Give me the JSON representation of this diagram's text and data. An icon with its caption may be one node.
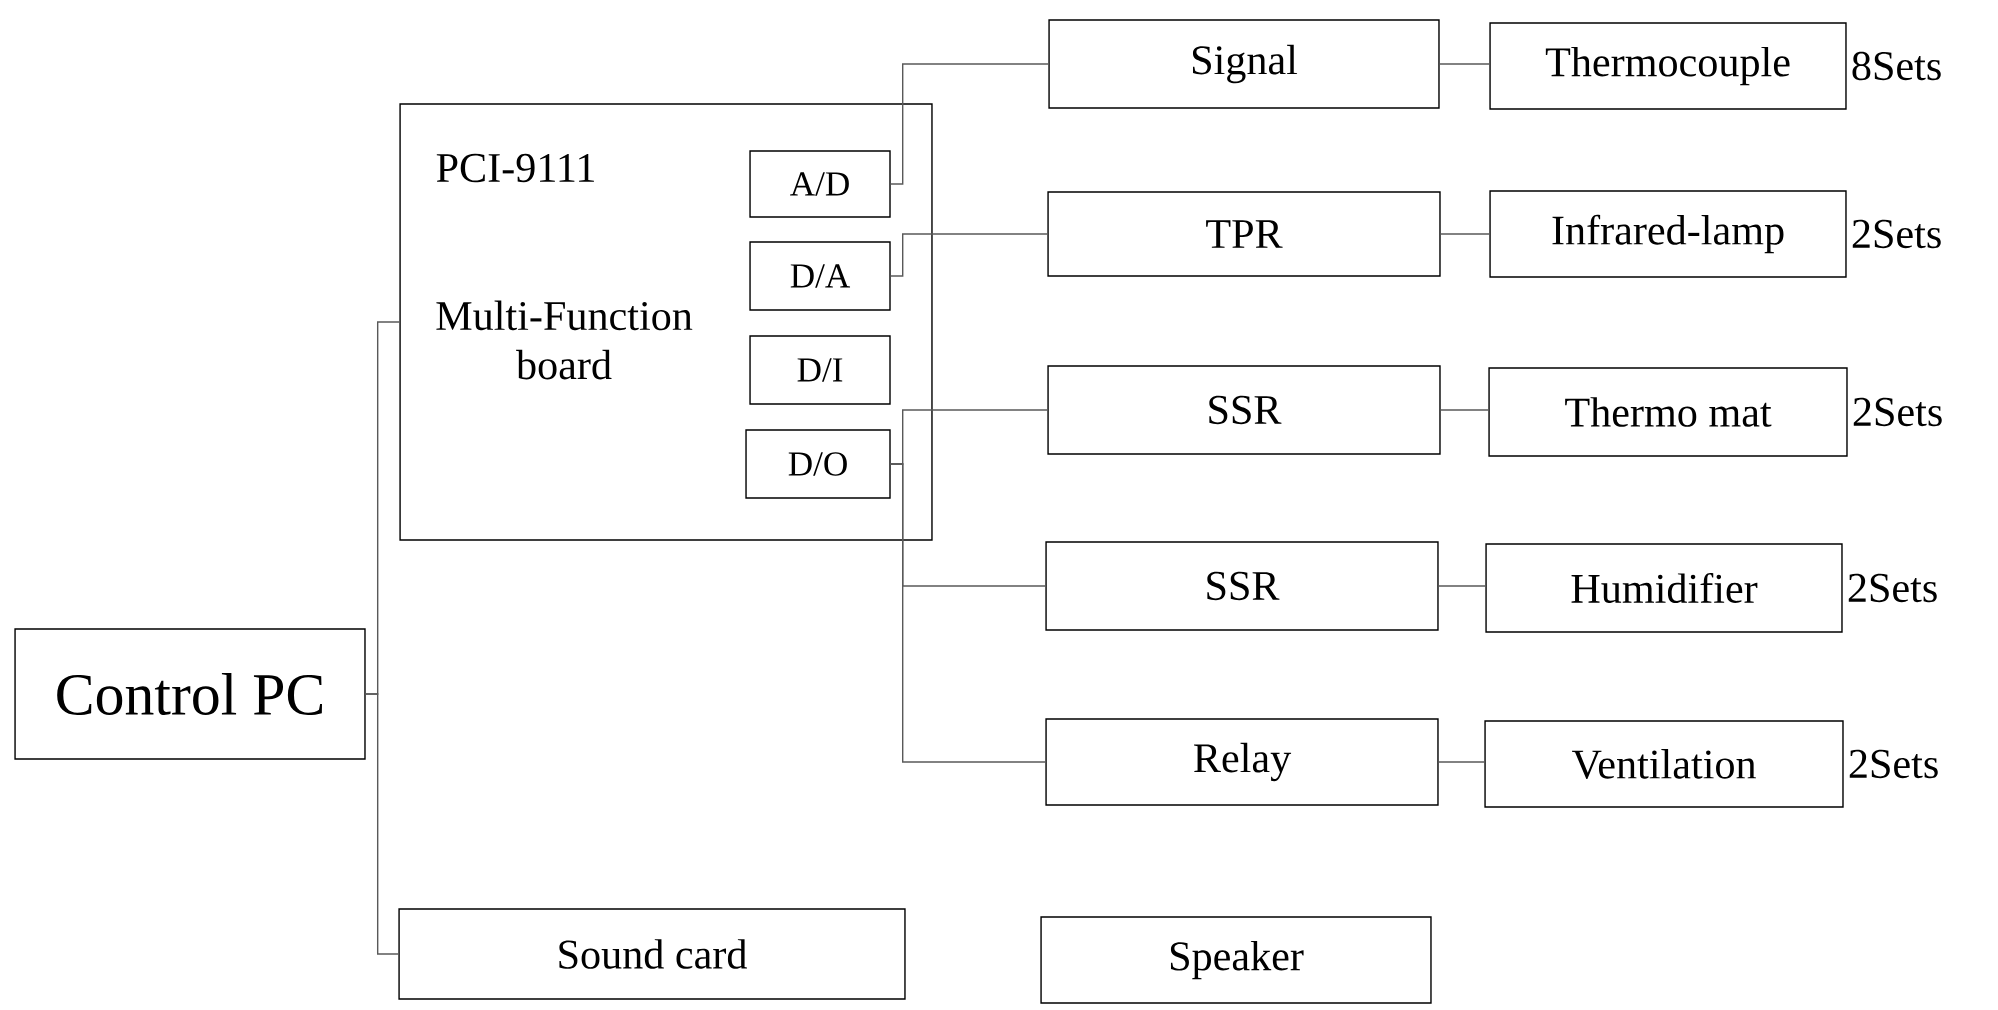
{
  "diagram": {
    "nodes": [
      {
        "text": [
          "PCI-9111",
          "Multi-Function board"
        ]
      },
      {
        "text": [
          "A/D"
        ],
        "in": 0
      },
      {
        "text": [
          "D/A"
        ],
        "in": 0
      },
      {
        "text": [
          "D/I"
        ],
        "in": 0
      },
      {
        "text": [
          "D/O"
        ],
        "in": 0
      },
      {
        "text": [
          "Signal"
        ]
      },
      {
        "text": [
          "Thermocouple"
        ],
        "beside": [
          "8Sets"
        ]
      },
      {
        "text": [
          "TPR"
        ]
      },
      {
        "text": [
          "Infrared-lamp"
        ],
        "beside": [
          "2Sets"
        ]
      },
      {
        "text": [
          "SSR"
        ]
      },
      {
        "text": [
          "Thermo mat"
        ],
        "beside": [
          "2Sets"
        ]
      },
      {
        "text": [
          "SSR"
        ]
      },
      {
        "text": [
          "Humidifier"
        ],
        "beside": [
          "2Sets"
        ]
      },
      {
        "text": [
          "Relay"
        ]
      },
      {
        "text": [
          "Ventilation"
        ],
        "beside": [
          "2Sets"
        ]
      },
      {
        "text": [
          "Control PC"
        ]
      },
      {
        "text": [
          "Sound card"
        ]
      },
      {
        "text": [
          "Speaker"
        ]
      }
    ],
    "edges": [
      {
        "from": 15,
        "to": 0,
        "arrow": "none"
      },
      {
        "from": 15,
        "to": 16,
        "arrow": "none"
      },
      {
        "from": 1,
        "to": 5,
        "arrow": "none"
      },
      {
        "from": 2,
        "to": 7,
        "arrow": "none"
      },
      {
        "from": 4,
        "to": 9,
        "arrow": "none"
      },
      {
        "from": 4,
        "to": 11,
        "arrow": "none"
      },
      {
        "from": 4,
        "to": 13,
        "arrow": "none"
      },
      {
        "from": 5,
        "to": 6,
        "arrow": "none"
      },
      {
        "from": 7,
        "to": 8,
        "arrow": "none"
      },
      {
        "from": 9,
        "to": 10,
        "arrow": "none"
      },
      {
        "from": 11,
        "to": 12,
        "arrow": "none"
      },
      {
        "from": 13,
        "to": 14,
        "arrow": "none"
      }
    ]
  }
}
